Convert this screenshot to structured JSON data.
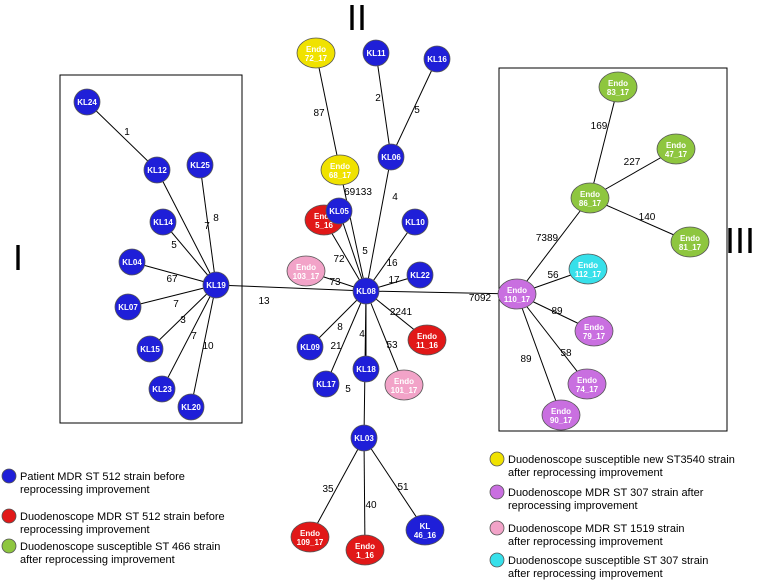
{
  "colors": {
    "patient_mdr_st512": "#1f1fd8",
    "duodenoscope_mdr_st512": "#e11818",
    "susceptible_st466": "#8ec63f",
    "susceptible_st3540": "#f0e200",
    "mdr_st307": "#c96fe0",
    "mdr_st1519": "#f2a3c8",
    "susceptible_st307": "#37e0ea"
  },
  "cluster_labels": [
    "I",
    "II",
    "III"
  ],
  "nodes": [
    {
      "id": "KL24",
      "label": "KL24",
      "category": "patient_mdr_st512"
    },
    {
      "id": "KL12",
      "label": "KL12",
      "category": "patient_mdr_st512"
    },
    {
      "id": "KL25",
      "label": "KL25",
      "category": "patient_mdr_st512"
    },
    {
      "id": "KL14",
      "label": "KL14",
      "category": "patient_mdr_st512"
    },
    {
      "id": "KL04",
      "label": "KL04",
      "category": "patient_mdr_st512"
    },
    {
      "id": "KL19",
      "label": "KL19",
      "category": "patient_mdr_st512"
    },
    {
      "id": "KL07",
      "label": "KL07",
      "category": "patient_mdr_st512"
    },
    {
      "id": "KL15",
      "label": "KL15",
      "category": "patient_mdr_st512"
    },
    {
      "id": "KL23",
      "label": "KL23",
      "category": "patient_mdr_st512"
    },
    {
      "id": "KL20",
      "label": "KL20",
      "category": "patient_mdr_st512"
    },
    {
      "id": "E72_17",
      "label": "Endo 72_17",
      "category": "susceptible_st3540"
    },
    {
      "id": "KL11",
      "label": "KL11",
      "category": "patient_mdr_st512"
    },
    {
      "id": "KL16",
      "label": "KL16",
      "category": "patient_mdr_st512"
    },
    {
      "id": "KL06",
      "label": "KL06",
      "category": "patient_mdr_st512"
    },
    {
      "id": "E68_17",
      "label": "Endo 68_17",
      "category": "susceptible_st3540"
    },
    {
      "id": "E5_16",
      "label": "Endo 5_16",
      "category": "duodenoscope_mdr_st512"
    },
    {
      "id": "KL05",
      "label": "KL05",
      "category": "patient_mdr_st512"
    },
    {
      "id": "KL10",
      "label": "KL10",
      "category": "patient_mdr_st512"
    },
    {
      "id": "E103_17",
      "label": "Endo 103_17",
      "category": "mdr_st1519"
    },
    {
      "id": "KL22",
      "label": "KL22",
      "category": "patient_mdr_st512"
    },
    {
      "id": "KL08",
      "label": "KL08",
      "category": "patient_mdr_st512"
    },
    {
      "id": "E11_16",
      "label": "Endo 11_16",
      "category": "duodenoscope_mdr_st512"
    },
    {
      "id": "KL09",
      "label": "KL09",
      "category": "patient_mdr_st512"
    },
    {
      "id": "KL18",
      "label": "KL18",
      "category": "patient_mdr_st512"
    },
    {
      "id": "E101_17",
      "label": "Endo 101_17",
      "category": "mdr_st1519"
    },
    {
      "id": "KL17",
      "label": "KL17",
      "category": "patient_mdr_st512"
    },
    {
      "id": "KL03",
      "label": "KL03",
      "category": "patient_mdr_st512"
    },
    {
      "id": "E109_17",
      "label": "Endo 109_17",
      "category": "duodenoscope_mdr_st512"
    },
    {
      "id": "E1_16",
      "label": "Endo 1_16",
      "category": "duodenoscope_mdr_st512"
    },
    {
      "id": "KL46_16",
      "label": "KL 46_16",
      "category": "patient_mdr_st512"
    },
    {
      "id": "E83_17",
      "label": "Endo 83_17",
      "category": "susceptible_st466"
    },
    {
      "id": "E47_17",
      "label": "Endo 47_17",
      "category": "susceptible_st466"
    },
    {
      "id": "E86_17",
      "label": "Endo 86_17",
      "category": "susceptible_st466"
    },
    {
      "id": "E81_17",
      "label": "Endo 81_17",
      "category": "susceptible_st466"
    },
    {
      "id": "E112_17",
      "label": "Endo 112_17",
      "category": "susceptible_st307"
    },
    {
      "id": "E110_17",
      "label": "Endo 110_17",
      "category": "mdr_st307"
    },
    {
      "id": "E79_17",
      "label": "Endo 79_17",
      "category": "mdr_st307"
    },
    {
      "id": "E74_17",
      "label": "Endo 74_17",
      "category": "mdr_st307"
    },
    {
      "id": "E90_17",
      "label": "Endo 90_17",
      "category": "mdr_st307"
    }
  ],
  "edges": [
    {
      "from": "KL24",
      "to": "KL12",
      "label": "1"
    },
    {
      "from": "KL12",
      "to": "KL19",
      "label": "7"
    },
    {
      "from": "KL25",
      "to": "KL19",
      "label": "8"
    },
    {
      "from": "KL14",
      "to": "KL19",
      "label": "5"
    },
    {
      "from": "KL04",
      "to": "KL19",
      "label": "67"
    },
    {
      "from": "KL07",
      "to": "KL19",
      "label": "7"
    },
    {
      "from": "KL15",
      "to": "KL19",
      "label": "3"
    },
    {
      "from": "KL23",
      "to": "KL19",
      "label": "7"
    },
    {
      "from": "KL20",
      "to": "KL19",
      "label": "10"
    },
    {
      "from": "KL19",
      "to": "KL08",
      "label": "13"
    },
    {
      "from": "E72_17",
      "to": "E68_17",
      "label": "87"
    },
    {
      "from": "KL11",
      "to": "KL06",
      "label": "2"
    },
    {
      "from": "KL16",
      "to": "KL06",
      "label": "5"
    },
    {
      "from": "KL06",
      "to": "KL08",
      "label": "4"
    },
    {
      "from": "E68_17",
      "to": "KL08",
      "label": "69133"
    },
    {
      "from": "E5_16",
      "to": "KL08",
      "label": "72"
    },
    {
      "from": "KL05",
      "to": "KL08",
      "label": "5"
    },
    {
      "from": "KL10",
      "to": "KL08",
      "label": "16"
    },
    {
      "from": "E103_17",
      "to": "KL08",
      "label": "73"
    },
    {
      "from": "KL22",
      "to": "KL08",
      "label": "17"
    },
    {
      "from": "E11_16",
      "to": "KL08",
      "label": "2241"
    },
    {
      "from": "KL09",
      "to": "KL08",
      "label": "8"
    },
    {
      "from": "KL18",
      "to": "KL08",
      "label": "4"
    },
    {
      "from": "E101_17",
      "to": "KL08",
      "label": "53"
    },
    {
      "from": "KL17",
      "to": "KL08",
      "label": "21"
    },
    {
      "from": "KL03",
      "to": "KL08",
      "label": "5"
    },
    {
      "from": "KL03",
      "to": "E109_17",
      "label": "35"
    },
    {
      "from": "KL03",
      "to": "E1_16",
      "label": "40"
    },
    {
      "from": "KL03",
      "to": "KL46_16",
      "label": "51"
    },
    {
      "from": "KL08",
      "to": "E110_17",
      "label": "7092"
    },
    {
      "from": "E110_17",
      "to": "E86_17",
      "label": "7389"
    },
    {
      "from": "E86_17",
      "to": "E83_17",
      "label": "169"
    },
    {
      "from": "E86_17",
      "to": "E47_17",
      "label": "227"
    },
    {
      "from": "E86_17",
      "to": "E81_17",
      "label": "140"
    },
    {
      "from": "E110_17",
      "to": "E112_17",
      "label": "56"
    },
    {
      "from": "E110_17",
      "to": "E79_17",
      "label": "89"
    },
    {
      "from": "E110_17",
      "to": "E74_17",
      "label": "58"
    },
    {
      "from": "E110_17",
      "to": "E90_17",
      "label": "89"
    }
  ],
  "legend": [
    {
      "category": "patient_mdr_st512",
      "lines": [
        "Patient MDR ST 512  strain before",
        "reprocessing improvement"
      ]
    },
    {
      "category": "duodenoscope_mdr_st512",
      "lines": [
        "Duodenoscope MDR ST 512 strain before",
        "reprocessing improvement"
      ]
    },
    {
      "category": "susceptible_st466",
      "lines": [
        "Duodenoscope  susceptible ST 466 strain",
        "after reprocessing improvement"
      ]
    },
    {
      "category": "susceptible_st3540",
      "lines": [
        "Duodenoscope susceptible new ST3540 strain",
        "after reprocessing improvement"
      ]
    },
    {
      "category": "mdr_st307",
      "lines": [
        "Duodenoscope MDR ST 307 strain after",
        "reprocessing improvement"
      ]
    },
    {
      "category": "mdr_st1519",
      "lines": [
        "Duodenoscope MDR ST 1519 strain",
        "after reprocessing improvement"
      ]
    },
    {
      "category": "susceptible_st307",
      "lines": [
        "Duodenoscope susceptible ST 307 strain",
        "after reprocessing improvement"
      ]
    }
  ]
}
